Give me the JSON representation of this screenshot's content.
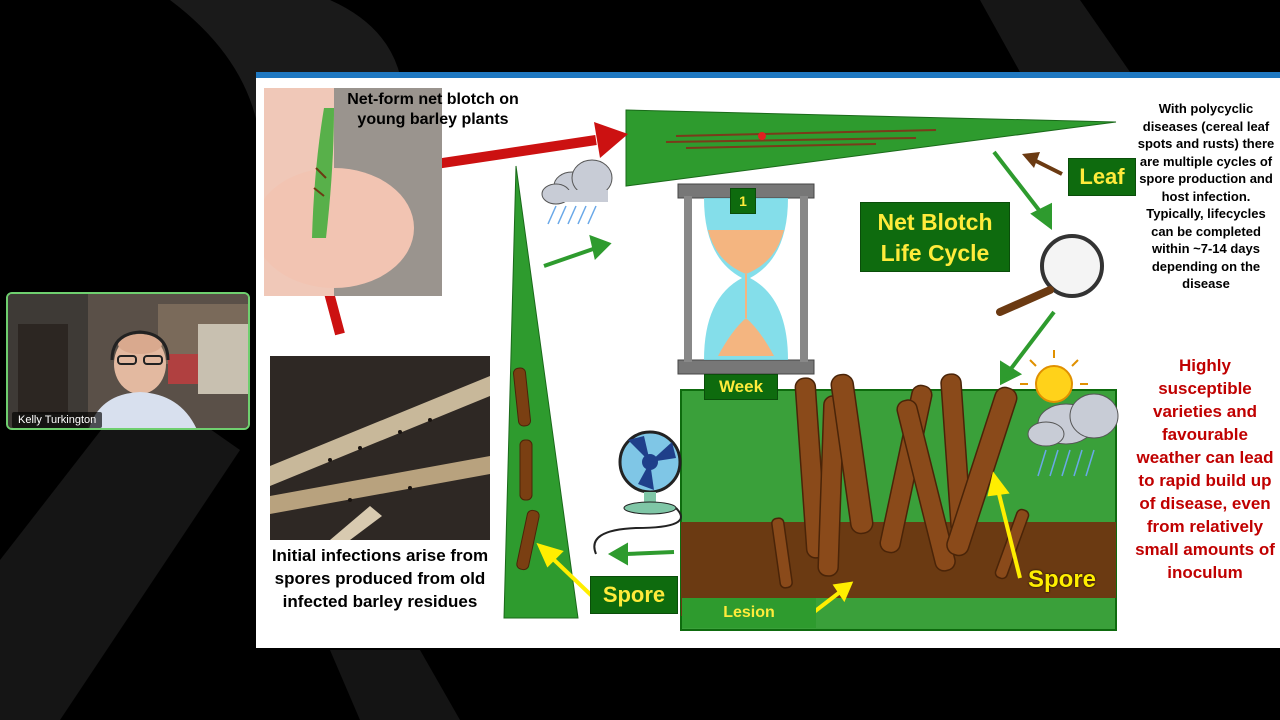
{
  "presenter": {
    "name": "Kelly Turkington"
  },
  "slide": {
    "caption_top": "Net-form net blotch on young barley plants",
    "caption_bottom": "Initial infections arise from spores produced from old infected barley residues",
    "title": "Net Blotch Life Cycle",
    "hourglass_number": "1",
    "hourglass_label": "Week",
    "label_leaf": "Leaf",
    "label_spore_left": "Spore",
    "label_spore_right": "Spore",
    "label_lesion": "Lesion",
    "side_note": "With polycyclic diseases (cereal leaf spots and rusts) there are multiple cycles of spore production and host infection. Typically, lifecycles can be completed within ~7-14 days depending on the disease",
    "warning_note": "Highly susceptible varieties and favourable weather can lead to rapid build up of disease, even from relatively small amounts of inoculum"
  },
  "colors": {
    "accent_bar": "#1f78c1",
    "leaf_green": "#2e9b2e",
    "label_bg": "#0e6b0e",
    "label_text": "#ffeb3b",
    "warning_text": "#c00000",
    "soil": "#6b3a12",
    "arrow_red": "#cc1111"
  }
}
